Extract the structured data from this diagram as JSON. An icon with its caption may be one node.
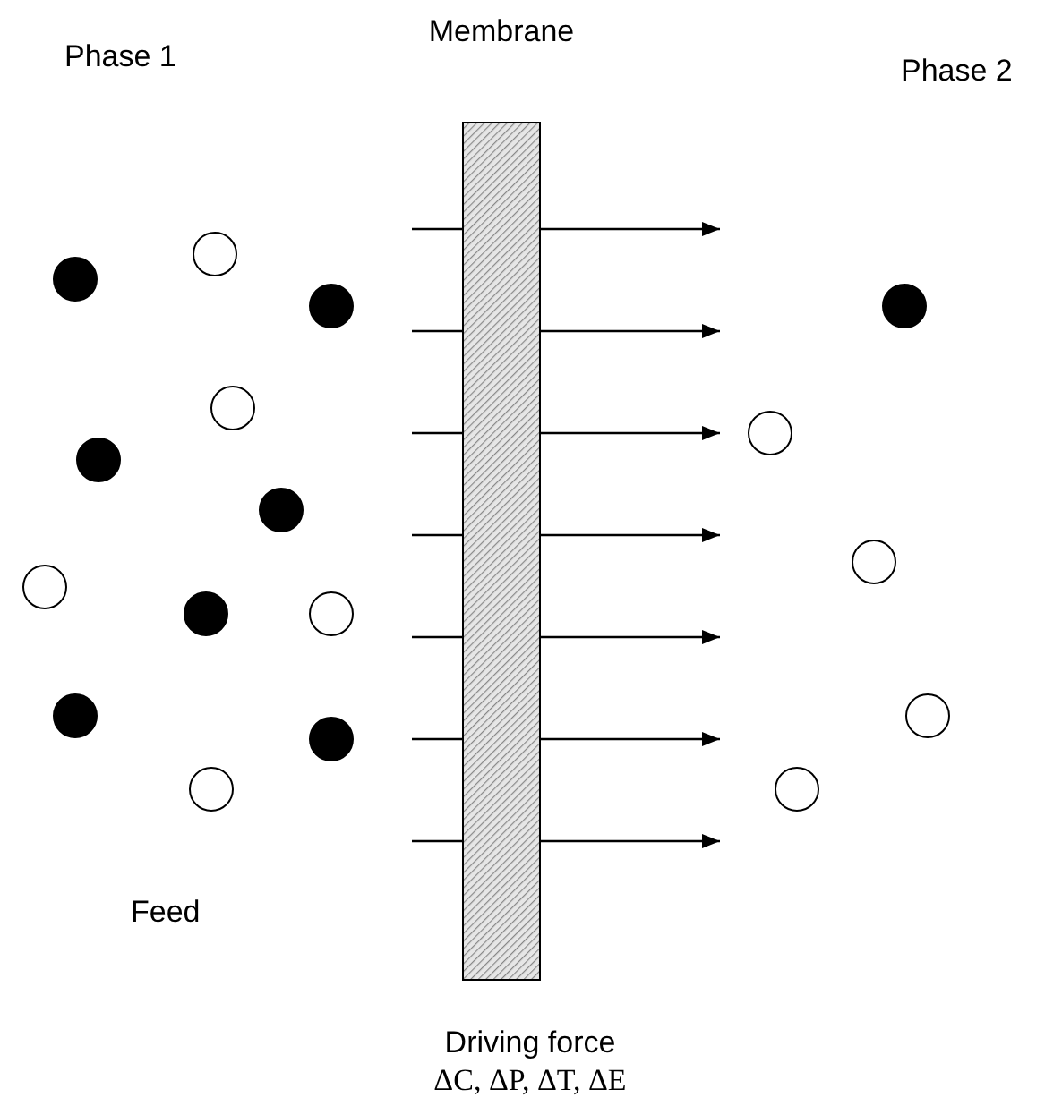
{
  "diagram": {
    "nodes": [
      {
        "text": [
          "Membrane"
        ]
      }
    ],
    "labels": [
      "Phase 1",
      "Phase 2",
      "Feed",
      "Driving force",
      "ΔC, ΔP, ΔT, ΔE"
    ]
  }
}
